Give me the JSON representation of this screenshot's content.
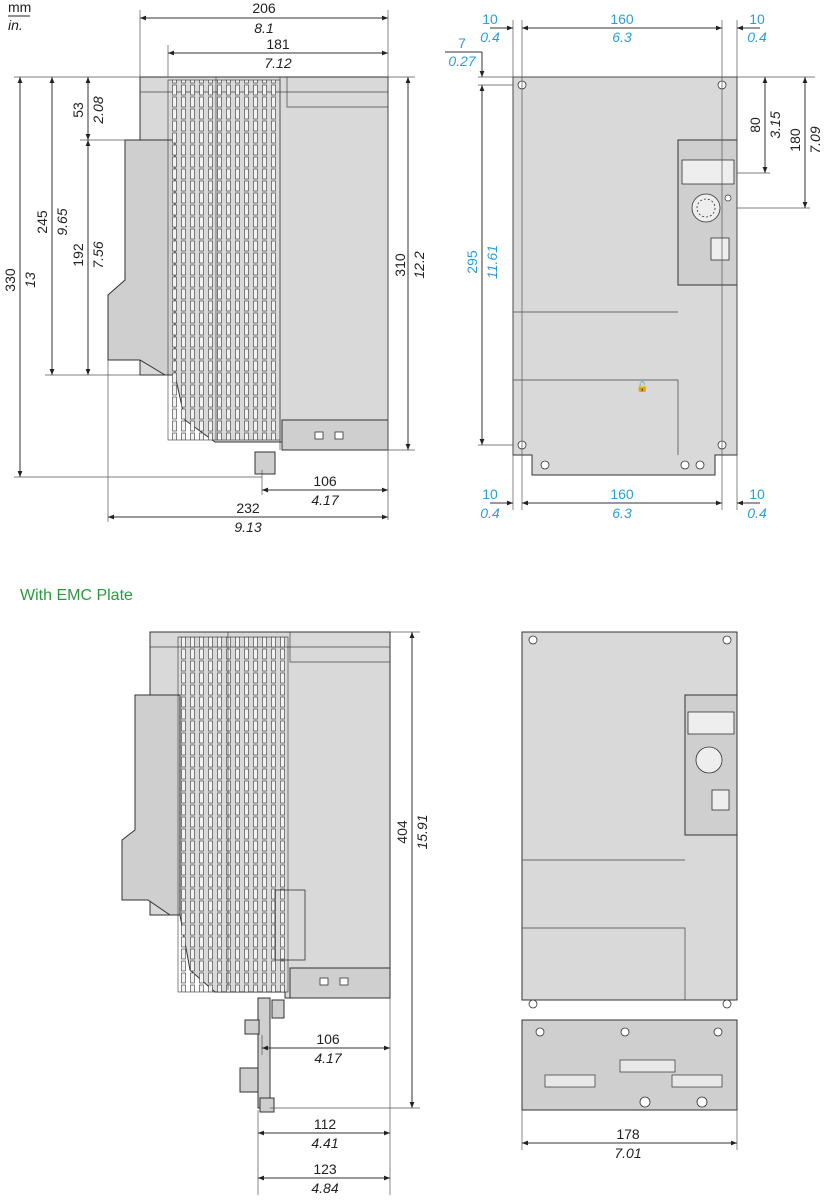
{
  "units": {
    "primary": "mm",
    "secondary": "in."
  },
  "section_title": "With EMC Plate",
  "side_view": {
    "overall_depth": {
      "mm": "206",
      "in": "8.1"
    },
    "body_depth": {
      "mm": "181",
      "in": "7.12"
    },
    "overall_height": {
      "mm": "330",
      "in": "13"
    },
    "bracket_bottom": {
      "mm": "245",
      "in": "9.65"
    },
    "bracket_height": {
      "mm": "192",
      "in": "7.56"
    },
    "bracket_top": {
      "mm": "53",
      "in": "2.08"
    },
    "body_height": {
      "mm": "310",
      "in": "12.2"
    },
    "rear_depth": {
      "mm": "106",
      "in": "4.17"
    },
    "total_depth": {
      "mm": "232",
      "in": "9.13"
    }
  },
  "front_view": {
    "left_margin_top": {
      "mm": "10",
      "in": "0.4"
    },
    "hole_spacing_top": {
      "mm": "160",
      "in": "6.3"
    },
    "right_margin_top": {
      "mm": "10",
      "in": "0.4"
    },
    "hole_offset": {
      "mm": "7",
      "in": "0.27"
    },
    "hole_vertical_spacing": {
      "mm": "295",
      "in": "11.61"
    },
    "display_offset": {
      "mm": "80",
      "in": "3.15"
    },
    "keypad_offset": {
      "mm": "180",
      "in": "7.09"
    },
    "left_margin_bottom": {
      "mm": "10",
      "in": "0.4"
    },
    "hole_spacing_bottom": {
      "mm": "160",
      "in": "6.3"
    },
    "right_margin_bottom": {
      "mm": "10",
      "in": "0.4"
    }
  },
  "emc_side_view": {
    "overall_height": {
      "mm": "404",
      "in": "15.91"
    },
    "rear_depth": {
      "mm": "106",
      "in": "4.17"
    },
    "plate_depth": {
      "mm": "112",
      "in": "4.41"
    },
    "total_depth": {
      "mm": "123",
      "in": "4.84"
    }
  },
  "emc_front_view": {
    "plate_width": {
      "mm": "178",
      "in": "7.01"
    }
  },
  "colors": {
    "imperial_blue": "#2a9fd6",
    "title_green": "#2b9a3c",
    "housing": "#d9d9d9"
  }
}
